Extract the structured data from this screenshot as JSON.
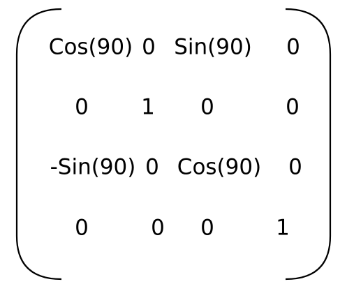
{
  "matrix": {
    "rows": [
      [
        "Cos(90)",
        "0",
        "Sin(90)",
        "0"
      ],
      [
        "0",
        "1",
        "0",
        "0"
      ],
      [
        "-Sin(90)",
        "0",
        "Cos(90)",
        "0"
      ],
      [
        "0",
        "0",
        "0",
        "1"
      ]
    ]
  },
  "colors": {
    "text": "#000000",
    "background": "#ffffff"
  }
}
